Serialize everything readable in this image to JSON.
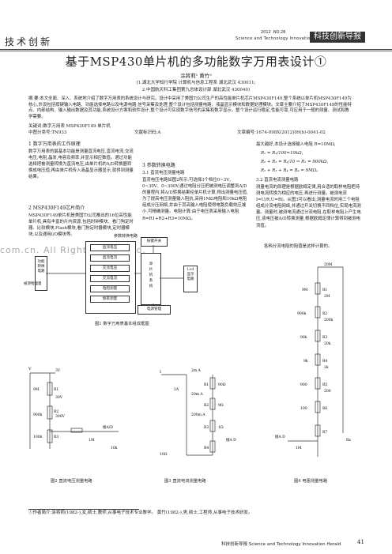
{
  "header": {
    "section_label": "技术创新",
    "issue": "2012 .NO.28",
    "journal_en": "Science and Technology Innovation Herald",
    "brand": "科技创新导报"
  },
  "paper": {
    "title": "基于MSP430单片机的多功能数字万用表设计①",
    "authors": "涂將莉¹   黄竹²",
    "affiliation1": "(1.湖北大学知行学院 计算机与信息工程系   湖北武汉  430011;",
    "affiliation2": "2.中国航天科工集团第九总体设计部   湖北武汉  430040)",
    "abstract": "摘 要:本文全面、深入、系统地介绍了数字万用表的系统设计与研究。设计中采用了美国TI公司生产的高性能单片机芯片MSP430F149,整个系统以单片机MSP430F149为核心,外设包括按键输入电路、功能选择电路以及电源电路,信号采集及处理,整个设计包括测量电路、液晶显示模块和数据处理模块。文章主要介绍了MSP430F149的性能特点、内部结构、输入输出数据及其功能,系统设计方案和软件设计,整个设计可实现数字信号的采集和数字显示。整个设计运行稳定,性能可靠,可应用于一般的测量、测试和教学需要。",
    "keywords": "关键词:数字万用表   MSP430F149   单片机",
    "clc": "中图分类号:TN933",
    "doc_code": "文献标识码:A",
    "article_no": "文章编号:1674-098X(2012)09(b)-0041-02"
  },
  "body": {
    "col1_heading1": "1 数字万用表的工作原理",
    "col1_p1": "数字万用表的最基本功能是测量直流电压,直流电流,交流电压,电阻,晶发,电容及频率,并显示相应数值。通过功能选择把被测量转换为直流电压,由单片机的A/D转换器转换成电压值,再由单片机传入液晶显示器显示,就得到测量结果。",
    "col1_heading2": "2 MSP430F149芯片简介",
    "col1_p2": "MSP430F149单片机是美国TI公司推出的16位高性能单片机,具有丰富的片内资源,包括时钟模块、看门狗定时器、比较模块,Flash模块,看门狗定时器模块,定时器模块,以及通用I/O模块等。",
    "col2_heading": "3 参数转换电路",
    "col2_sub": "3.1 直流电压测量电路",
    "col2_p": "直流电压电路如图2所示,可选择3个档位0~3V、0~30V、0~300V,通过电阻分压把被测电压调整到A/D的量程内,将A/D转换结果经单片机计算,得出测量电压值,为了提高电压测量输入阻抗,采用1MΩ电阻和10kΩ电阻组成分压网络,并由于其高输入电阻使得电路负载效应减小,可精确测量。电阻计算:由于电压表采用输入电阻R=R1+R2+R3=10MΩ。",
    "col3_p1": "最大越好,本设计选择输入电阻 R=10MΩ,",
    "eq1": "R₁ = R₂/100=10kΩ,",
    "eq2": "R₂ + R₃ = R₁/10 ⇒ R₂ = 900kΩ,",
    "eq3": "R₂ + R₃ + R₄ = R₄ = 9MΩ。",
    "col3_heading": "3.2 直流电流测量电路",
    "col3_p2": "测量电流的原理是根据欧姆定律,用合适的取样电阻把待测电流转换为相应的电压,再进行测量。被测电流I=U/R,U=RI。从图3可以看出,测量电流时用三个电阻组成分流电阻网络,并通过开关切换不同档位,实现电流测量。测量时,被测电流通过分流电阻,在取样电阻上产生电压,该电压被A/D转换测量,根据欧姆定律计算得到被测电流值。",
    "col3_p3": "各档分流电阻的阻值是这样计算的。"
  },
  "fig1": {
    "caption": "图1   数字万用表基本组成框图",
    "left_box": "功能转换电路",
    "input_label": "被测物理量",
    "conv_box": "参数转换电路",
    "conv_items": [
      "直流电压",
      "直流电流",
      "交流电压",
      "交流电流",
      "电阻测量",
      "频率测量"
    ],
    "mcu_box": "单片机系统",
    "key_box": "按键开关",
    "lcd_box": "Lcd显示电路",
    "power_box": "电源管理"
  },
  "fig2": {
    "caption": "图2   直流电压测量电路",
    "labels": [
      "3V",
      "30V",
      "300V",
      "R1",
      "R2",
      "R3",
      "9M",
      "900k",
      "100k",
      "1M",
      "10k",
      "接A/D",
      "V"
    ]
  },
  "fig3": {
    "caption": "图3   直流电流测量电路",
    "labels": [
      "2m A",
      "20m A",
      "200m A",
      "2A",
      "R1",
      "R2",
      "R3",
      "90Ω",
      "9Ω",
      "1Ω",
      "10Ω",
      "接A D",
      "I",
      "R4"
    ]
  },
  "fig4": {
    "caption": "图4   电阻测量电路",
    "labels": [
      "20M",
      "2M",
      "200k",
      "20k",
      "2k",
      "200",
      "R1",
      "R2",
      "R3",
      "R4",
      "R5",
      "R6",
      "R7",
      "9M",
      "900k",
      "90k",
      "9k",
      "900",
      "100",
      "接A D",
      "1M",
      "Rx"
    ]
  },
  "footnote": "①作者简介:涂将莉(1982-),女,硕士,教师,从事电子技术专业教学。  黄竹(1982-),男,硕士,工程师,从事电子技术研发。",
  "footer_text": "科技创新导报  Science and Technology Innovation Herald",
  "page_no": "41",
  "watermark": "com.cn. All Rights Reserved."
}
